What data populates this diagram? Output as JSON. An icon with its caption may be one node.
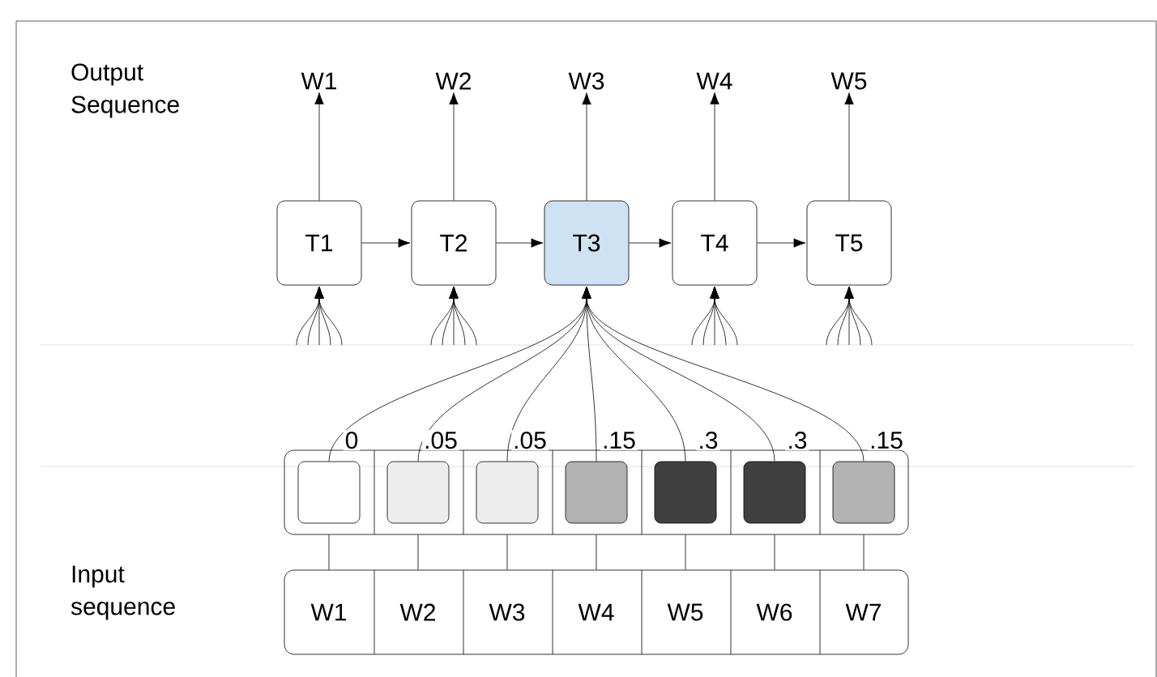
{
  "diagram": {
    "nodes": [
      {
        "text": [
          "W1"
        ]
      },
      {
        "text": [
          "W2"
        ]
      },
      {
        "text": [
          "W3"
        ]
      },
      {
        "text": [
          "W4"
        ]
      },
      {
        "text": [
          "W5"
        ]
      },
      {
        "text": [
          "T1"
        ]
      },
      {
        "text": [
          "T2"
        ]
      },
      {
        "text": [
          "T3"
        ]
      },
      {
        "text": [
          "T4"
        ]
      },
      {
        "text": [
          "T5"
        ]
      },
      {
        "text": [],
        "shape": "box"
      },
      {
        "text": [],
        "shape": "box",
        "in": 10
      },
      {
        "text": [],
        "shape": "box",
        "in": 10
      },
      {
        "text": [],
        "shape": "box",
        "in": 10
      },
      {
        "text": [],
        "shape": "box",
        "in": 10
      },
      {
        "text": [],
        "shape": "box",
        "in": 10
      },
      {
        "text": [],
        "shape": "box",
        "in": 10
      },
      {
        "text": [],
        "shape": "box",
        "in": 10
      },
      {
        "text": [],
        "shape": "box"
      },
      {
        "text": [
          "W1"
        ],
        "in": 18
      },
      {
        "text": [
          "W2"
        ],
        "in": 18
      },
      {
        "text": [
          "W3"
        ],
        "in": 18
      },
      {
        "text": [
          "W4"
        ],
        "in": 18
      },
      {
        "text": [
          "W5"
        ],
        "in": 18
      },
      {
        "text": [
          "W6"
        ],
        "in": 18
      },
      {
        "text": [
          "W7"
        ],
        "in": 18
      }
    ],
    "edges": [
      {
        "from": 5,
        "to": 0,
        "arrow": "to"
      },
      {
        "from": 6,
        "to": 1,
        "arrow": "to"
      },
      {
        "from": 7,
        "to": 2,
        "arrow": "to"
      },
      {
        "from": 8,
        "to": 3,
        "arrow": "to"
      },
      {
        "from": 9,
        "to": 4,
        "arrow": "to"
      },
      {
        "from": 5,
        "to": 6,
        "arrow": "to"
      },
      {
        "from": 6,
        "to": 7,
        "arrow": "to"
      },
      {
        "from": 7,
        "to": 8,
        "arrow": "to"
      },
      {
        "from": 8,
        "to": 9,
        "arrow": "to"
      },
      {
        "from": 11,
        "to": 7,
        "arrow": "to",
        "label": "0"
      },
      {
        "from": 12,
        "to": 7,
        "arrow": "to",
        "label": ".05"
      },
      {
        "from": 13,
        "to": 7,
        "arrow": "to",
        "label": ".05"
      },
      {
        "from": 14,
        "to": 7,
        "arrow": "to",
        "label": ".15"
      },
      {
        "from": 15,
        "to": 7,
        "arrow": "to",
        "label": ".3"
      },
      {
        "from": 16,
        "to": 7,
        "arrow": "to",
        "label": ".3"
      },
      {
        "from": 17,
        "to": 7,
        "arrow": "to",
        "label": ".15"
      },
      {
        "from": 19,
        "to": 11,
        "arrow": "none"
      },
      {
        "from": 20,
        "to": 12,
        "arrow": "none"
      },
      {
        "from": 21,
        "to": 13,
        "arrow": "none"
      },
      {
        "from": 22,
        "to": 14,
        "arrow": "none"
      },
      {
        "from": 23,
        "to": 15,
        "arrow": "none"
      },
      {
        "from": 24,
        "to": 16,
        "arrow": "none"
      },
      {
        "from": 25,
        "to": 17,
        "arrow": "none"
      },
      {
        "from": null,
        "to": 5,
        "arrow": "to"
      },
      {
        "from": null,
        "to": 5,
        "arrow": "to"
      },
      {
        "from": null,
        "to": 5,
        "arrow": "to"
      },
      {
        "from": null,
        "to": 5,
        "arrow": "to"
      },
      {
        "from": null,
        "to": 5,
        "arrow": "to"
      },
      {
        "from": null,
        "to": 6,
        "arrow": "to"
      },
      {
        "from": null,
        "to": 6,
        "arrow": "to"
      },
      {
        "from": null,
        "to": 6,
        "arrow": "to"
      },
      {
        "from": null,
        "to": 6,
        "arrow": "to"
      },
      {
        "from": null,
        "to": 6,
        "arrow": "to"
      },
      {
        "from": null,
        "to": 8,
        "arrow": "to"
      },
      {
        "from": null,
        "to": 8,
        "arrow": "to"
      },
      {
        "from": null,
        "to": 8,
        "arrow": "to"
      },
      {
        "from": null,
        "to": 8,
        "arrow": "to"
      },
      {
        "from": null,
        "to": 8,
        "arrow": "to"
      },
      {
        "from": null,
        "to": 9,
        "arrow": "to"
      },
      {
        "from": null,
        "to": 9,
        "arrow": "to"
      },
      {
        "from": null,
        "to": 9,
        "arrow": "to"
      },
      {
        "from": null,
        "to": 9,
        "arrow": "to"
      },
      {
        "from": null,
        "to": 9,
        "arrow": "to"
      }
    ],
    "labels": [
      "Output Sequence",
      "Input sequence"
    ]
  }
}
